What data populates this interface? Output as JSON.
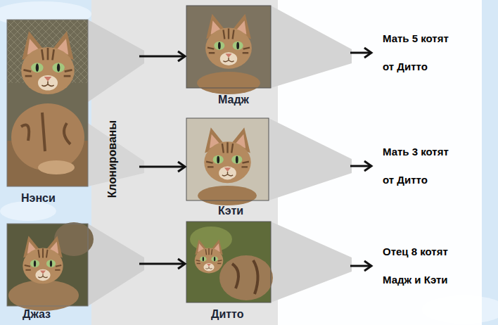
{
  "diagram": {
    "nodes": [
      {
        "text": [
          "Нэнси"
        ]
      },
      {
        "text": [
          "Мадж"
        ]
      },
      {
        "text": [
          "Мать 5 котят от Дитто"
        ]
      },
      {
        "text": [
          "Кэти"
        ]
      },
      {
        "text": [
          "Мать 3 котят от Дитто"
        ]
      },
      {
        "text": [
          "Джаз"
        ]
      },
      {
        "text": [
          "Дитто"
        ]
      },
      {
        "text": [
          "Отец 8 котят Мадж и Кэти"
        ]
      }
    ],
    "edges": [
      {
        "from": 0,
        "to": 1,
        "arrow": "to"
      },
      {
        "from": 0,
        "to": 3,
        "arrow": "to"
      },
      {
        "from": 1,
        "to": 2,
        "arrow": "to"
      },
      {
        "from": 3,
        "to": 4,
        "arrow": "to"
      },
      {
        "from": 5,
        "to": 6,
        "arrow": "to"
      },
      {
        "from": 6,
        "to": 7,
        "arrow": "to"
      }
    ],
    "labels": [
      "Клонированы"
    ]
  }
}
